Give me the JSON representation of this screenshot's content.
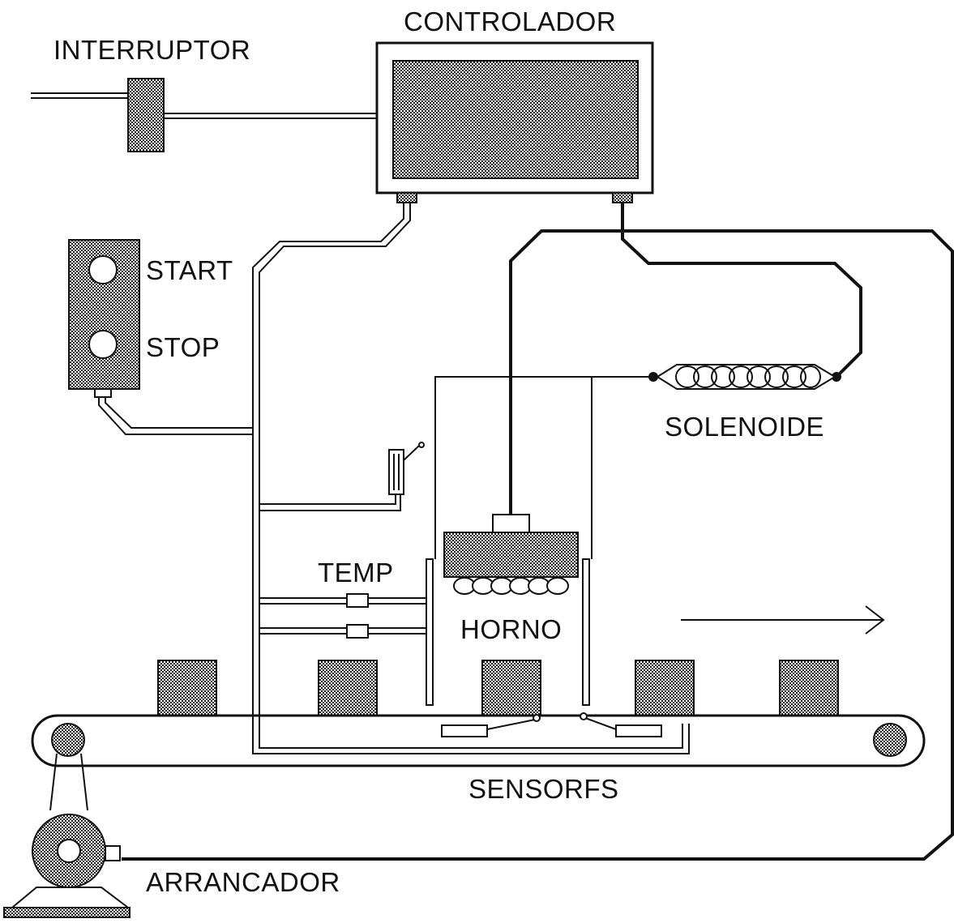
{
  "labels": {
    "controller": "CONTROLADOR",
    "switch": "INTERRUPTOR",
    "start": "START",
    "stop": "STOP",
    "solenoid": "SOLENOIDE",
    "temp": "TEMP",
    "oven": "HORNO",
    "sensors": "SENSORFS",
    "starter": "ARRANCADOR"
  },
  "colors": {
    "line": "#111111",
    "hatch_fg": "#222222",
    "hatch_bg": "#ffffff"
  }
}
